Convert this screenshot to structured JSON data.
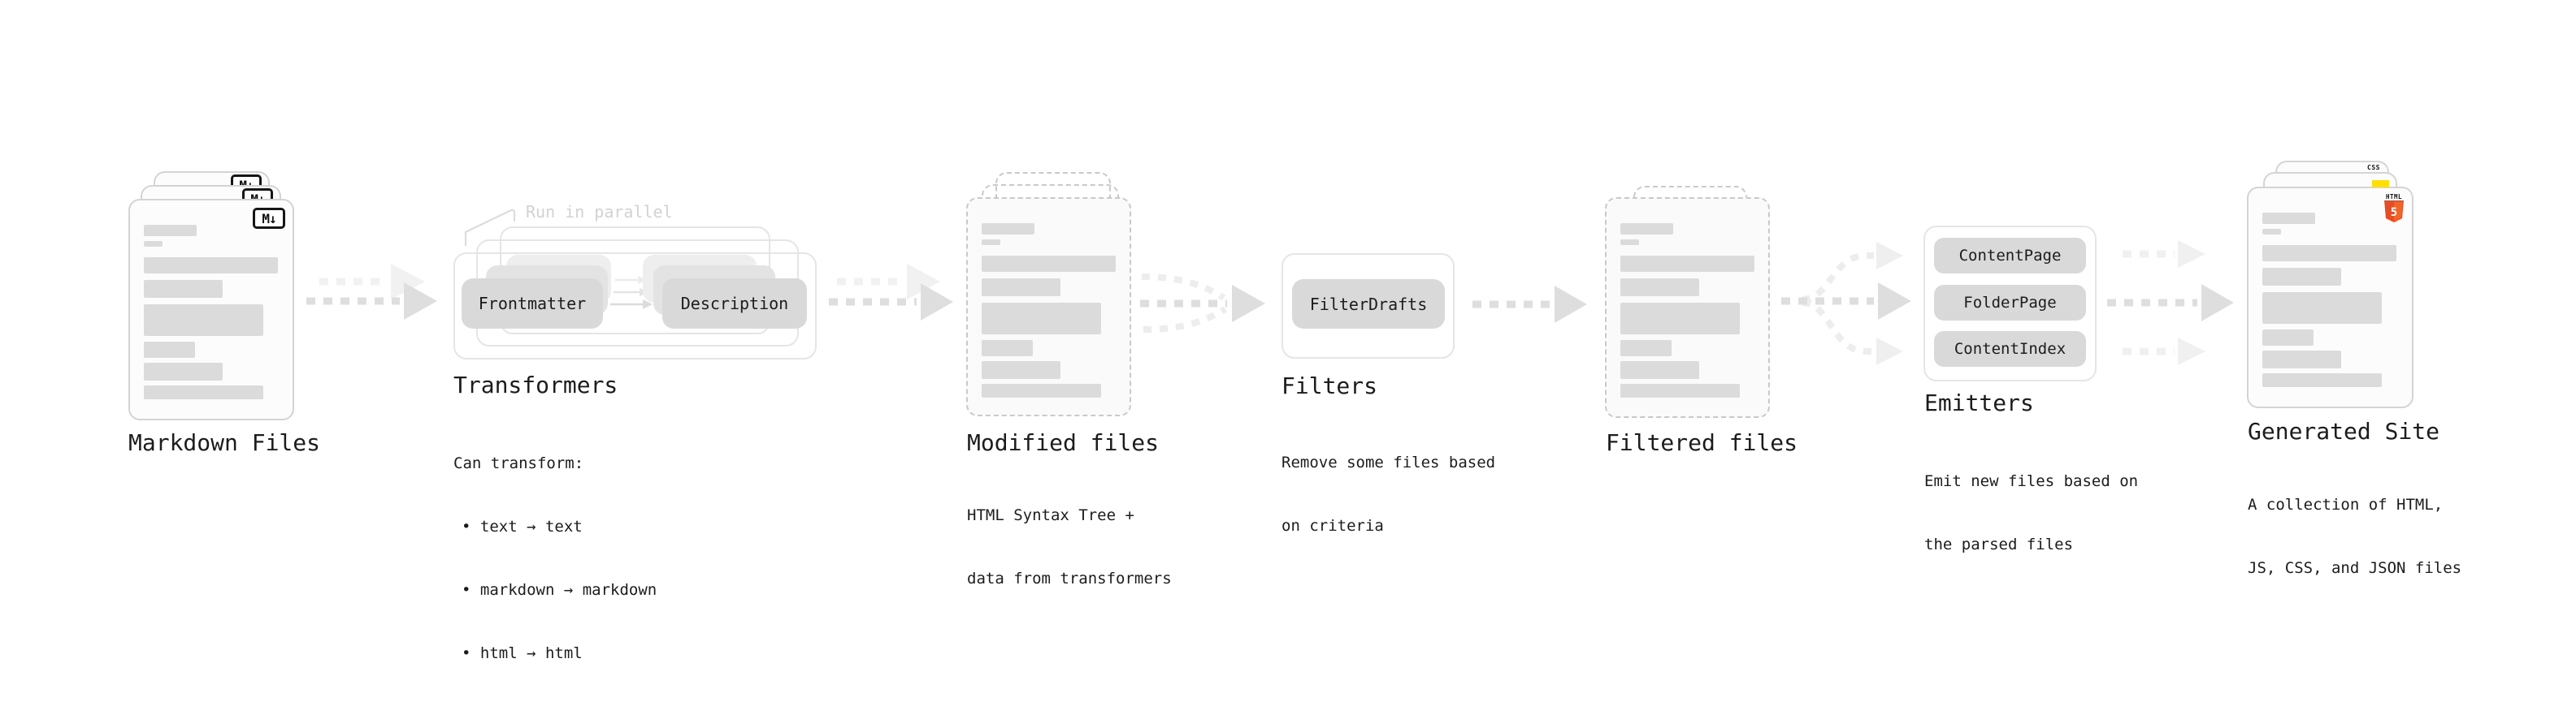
{
  "diagram": {
    "markdown_files": {
      "label": "Markdown Files"
    },
    "transformers": {
      "annotation": "Run in parallel",
      "node_frontmatter": "Frontmatter",
      "node_description": "Description",
      "label": "Transformers",
      "description_title": "Can transform:",
      "bullets": [
        "• text → text",
        "• markdown → markdown",
        "• html → html"
      ]
    },
    "modified_files": {
      "label": "Modified files",
      "description_line1": "HTML Syntax Tree +",
      "description_line2": "data from transformers"
    },
    "filters": {
      "node_filterdrafts": "FilterDrafts",
      "label": "Filters",
      "description_line1": "Remove some files based",
      "description_line2": "on criteria"
    },
    "filtered_files": {
      "label": "Filtered files"
    },
    "emitters": {
      "node_contentpage": "ContentPage",
      "node_folderpage": "FolderPage",
      "node_contentindex": "ContentIndex",
      "label": "Emitters",
      "description_line1": "Emit new files based on",
      "description_line2": "the parsed files"
    },
    "generated_site": {
      "label": "Generated Site",
      "description_line1": "A collection of HTML,",
      "description_line2": "JS, CSS, and JSON files"
    }
  },
  "icons": {
    "markdown_badge": "M↓",
    "css_badge": "CSS",
    "html_badge_top": "HTML",
    "html_badge_number": "5"
  },
  "colors": {
    "arrow_gray": "#dedede",
    "arrow_ghost": "#f1f1f1",
    "node_fill": "#d9d9d9",
    "placeholder_fill": "#dbdbdb",
    "annotation_gray": "#d2d2d2",
    "text_dark": "#1c1c1c",
    "css_blue": "#2962ff",
    "js_yellow": "#ffdf00",
    "html_orange": "#e44d26"
  }
}
